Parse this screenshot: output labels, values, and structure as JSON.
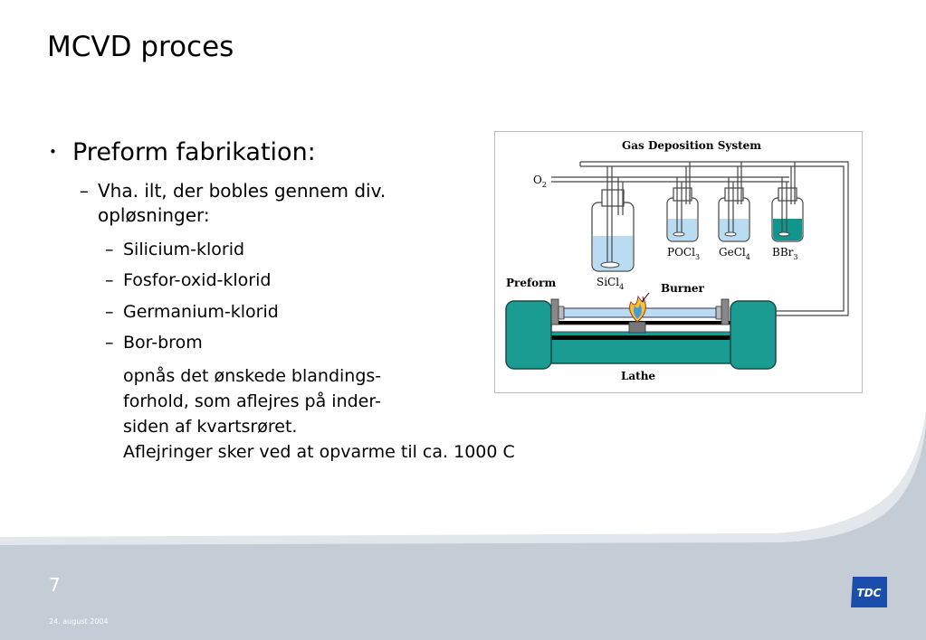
{
  "slide": {
    "title": "MCVD proces",
    "page_number": "7",
    "footer_date": "24. august 2004",
    "logo_text": "TDC"
  },
  "body": {
    "bullet_symbol": "•",
    "dash_symbol": "–",
    "bullet_1": "Preform fabrikation:",
    "sub_bullet": "Vha. ilt, der bobles gennem div. opløsninger:",
    "level3_items": [
      "Silicium-klorid",
      "Fosfor-oxid-klorid",
      "Germanium-klorid",
      "Bor-brom"
    ],
    "description_lines": [
      "opnås det ønskede blandings-",
      "forhold, som aflejres på inder-",
      "siden af kvartsrøret.",
      "Aflejringer sker ved at opvarme til ca. 1000 C"
    ]
  },
  "diagram": {
    "title": "Gas Deposition System",
    "o2_label": "O",
    "o2_sub": "2",
    "bottles": [
      {
        "main": "SiCl",
        "sub": "4"
      },
      {
        "main": "POCl",
        "sub": "3"
      },
      {
        "main": "GeCl",
        "sub": "4"
      },
      {
        "main": "BBr",
        "sub": "3"
      }
    ],
    "preform_label": "Preform",
    "burner_label": "Burner",
    "lathe_label": "Lathe"
  },
  "colors": {
    "liquid_light": "#b9dcf2",
    "liquid_teal": "#11958c",
    "lathe_teal": "#1a9c93",
    "background_band": "#c4ccd5",
    "logo_blue": "#1b4eab"
  }
}
